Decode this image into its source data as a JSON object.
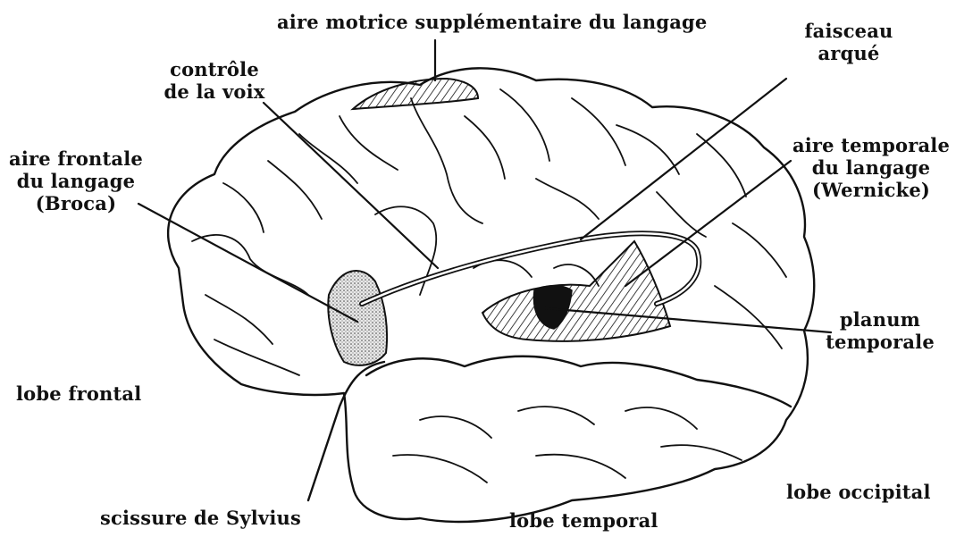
{
  "diagram": {
    "labels": {
      "sma": "aire motrice supplémentaire du langage",
      "voice_1": "contrôle",
      "voice_2": "de la voix",
      "arcuate_1": "faisceau",
      "arcuate_2": "arqué",
      "broca_1": "aire frontale",
      "broca_2": "du langage",
      "broca_3": "(Broca)",
      "wernicke_1": "aire temporale",
      "wernicke_2": "du langage",
      "wernicke_3": "(Wernicke)",
      "planum_1": "planum",
      "planum_2": "temporale",
      "frontal": "lobe frontal",
      "sylvian": "scissure de Sylvius",
      "temporal": "lobe temporal",
      "occipital": "lobe occipital"
    }
  }
}
